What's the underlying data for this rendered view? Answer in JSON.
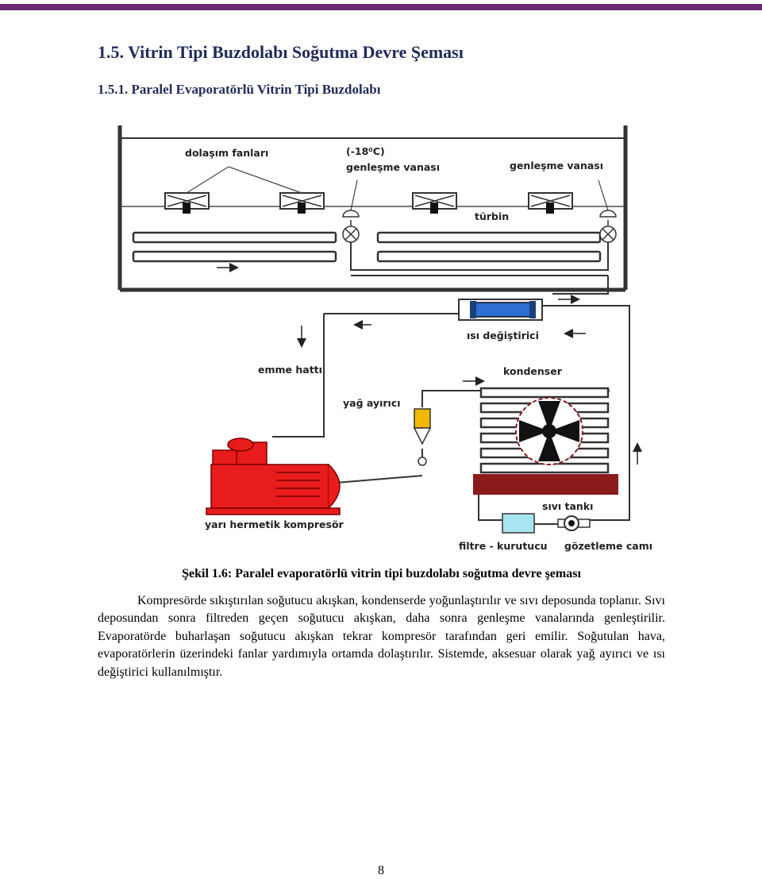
{
  "heading": "1.5. Vitrin Tipi Buzdolabı Soğutma Devre Şeması",
  "subheading": "1.5.1. Paralel Evaporatörlü Vitrin Tipi Buzdolabı",
  "diagram": {
    "labels": {
      "fans": "dolaşım fanları",
      "temp": "(-18⁰C)",
      "valve_left": "genleşme vanası",
      "valve_right": "genleşme vanası",
      "turbine": "türbin",
      "heat_exchanger": "ısı değiştirici",
      "suction_line": "emme hattı",
      "condenser": "kondenser",
      "oil_separator": "yağ ayırıcı",
      "compressor": "yarı hermetik kompresör",
      "liquid_tank": "sıvı tankı",
      "filter_dryer": "filtre - kurutucu",
      "sight_glass": "gözetleme camı"
    },
    "colors": {
      "compressor": "#e81c1c",
      "heat_exchanger": "#2c6fd1",
      "oil_separator": "#f2b800",
      "liquid_tank": "#8b1a1a",
      "filter": "#a8e6ef",
      "pipe": "#333333"
    }
  },
  "caption": "Şekil 1.6: Paralel evaporatörlü vitrin tipi buzdolabı soğutma devre şeması",
  "paragraph": "Kompresörde sıkıştırılan soğutucu akışkan, kondenserde yoğunlaştırılır ve sıvı deposunda toplanır. Sıvı deposundan sonra filtreden geçen soğutucu akışkan, daha sonra genleşme vanalarında genleştirilir. Evaporatörde buharlaşan soğutucu akışkan tekrar kompresör tarafından geri emilir. Soğutulan hava, evaporatörlerin üzerindeki fanlar yardımıyla ortamda dolaştırılır. Sistemde, aksesuar olarak yağ ayırıcı ve ısı değiştirici kullanılmıştır.",
  "page_number": "8"
}
